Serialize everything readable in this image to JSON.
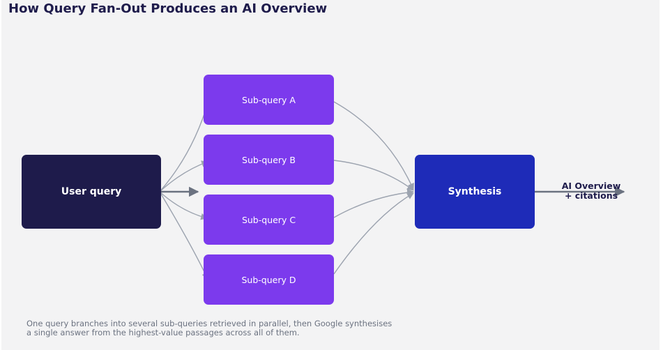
{
  "title": "How Query Fan-Out Produces an AI Overview",
  "nodes": {
    "user_query": "User query",
    "sub_queries": [
      "Sub-query A",
      "Sub-query B",
      "Sub-query C",
      "Sub-query D"
    ],
    "synthesis": "Synthesis"
  },
  "output": {
    "line1": "AI Overview",
    "line2": "+ citations"
  },
  "caption": {
    "line1": "One query branches into several sub-queries retrieved in parallel, then Google synthesises",
    "line2": "a single answer from the highest-value passages across all of them."
  },
  "colors": {
    "user_query": "#1e1b4b",
    "sub_query": "#7c3aed",
    "synthesis": "#1e2bb8",
    "arrow_light": "#9ca3af",
    "arrow_dark": "#6b7280"
  }
}
